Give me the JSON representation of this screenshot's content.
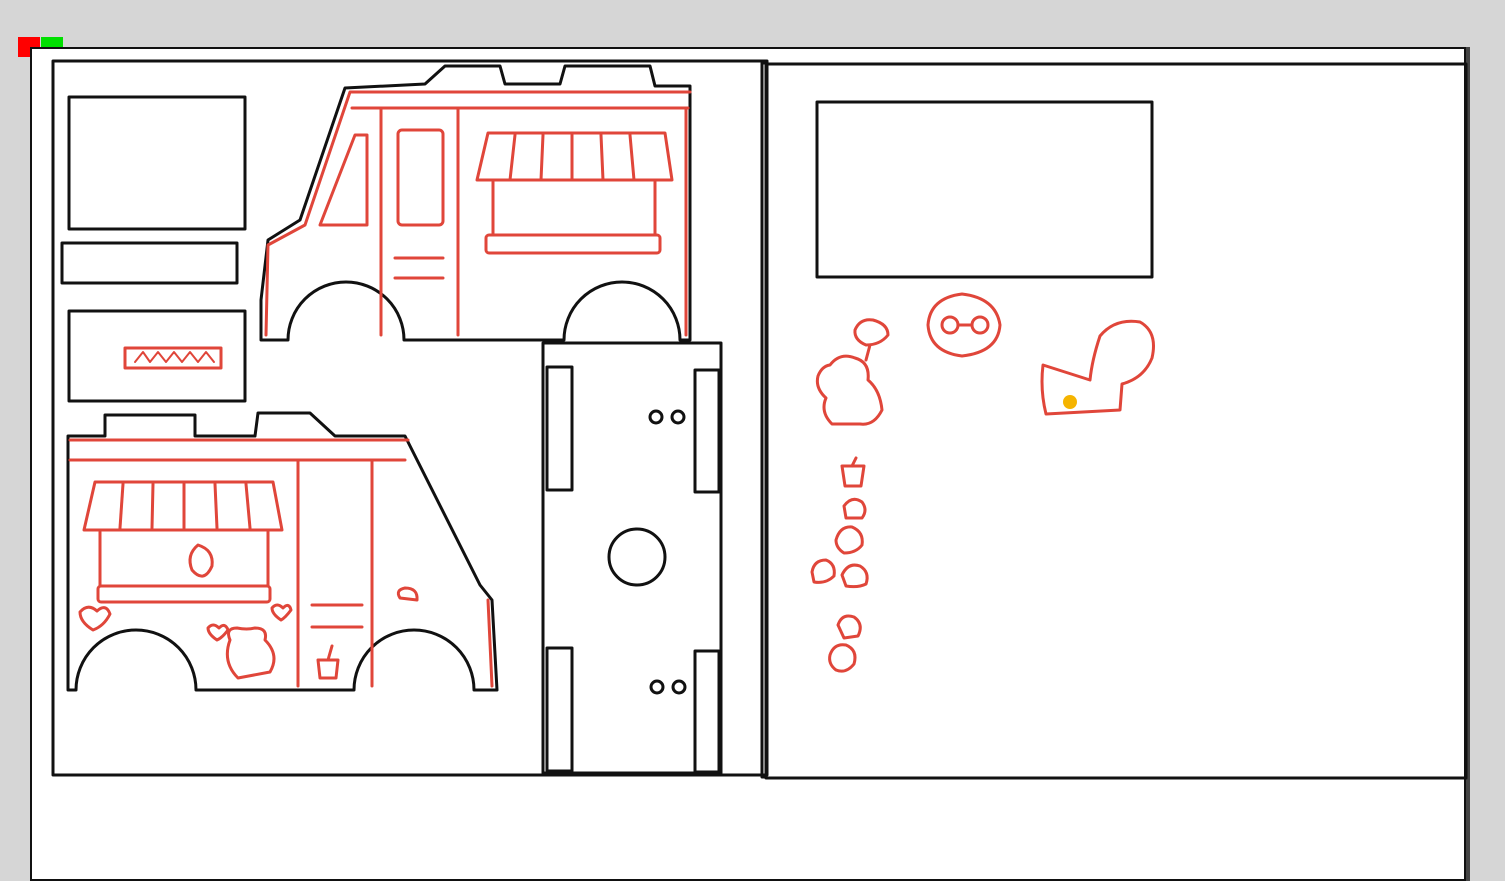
{
  "colors": {
    "window_close": "#ff0000",
    "window_zoom": "#00e000",
    "canvas_bg": "#d6d6d6",
    "page_bg": "#ffffff",
    "cut_line": "#111111",
    "art_line": "#e0463a",
    "accent_fill": "#f5b400"
  },
  "window": {
    "close_icon": "red-square-icon",
    "zoom_icon": "green-square-icon"
  },
  "sheet": {
    "left_panel": "die-cut-panel",
    "right_panel": "sticker-panel",
    "stickers": [
      "cake-slice",
      "bear-with-balloon",
      "round-cat-face",
      "squirrel-with-wallet",
      "bubble-tea",
      "cupcake",
      "cream-puff",
      "muffin",
      "macaron"
    ]
  }
}
